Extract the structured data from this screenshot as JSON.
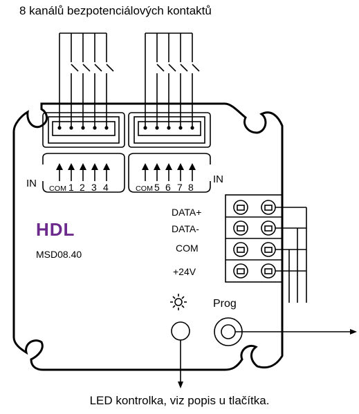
{
  "captions": {
    "top": "8 kanálů bezpotenciálových kontaktů",
    "bottom": "LED kontrolka, viz popis u tlačítka."
  },
  "device": {
    "brand": "HDL",
    "model": "MSD08.40",
    "brand_color": "#6b2a8c",
    "left_group": {
      "in_label": "IN",
      "labels": [
        "COM",
        "1",
        "2",
        "3",
        "4"
      ]
    },
    "right_group": {
      "in_label": "IN",
      "labels": [
        "COM",
        "5",
        "6",
        "7",
        "8"
      ]
    },
    "bus_terminals": [
      "DATA+",
      "DATA-",
      "COM",
      "+24V"
    ],
    "prog_label": "Prog",
    "led_icon": "sun-icon"
  }
}
